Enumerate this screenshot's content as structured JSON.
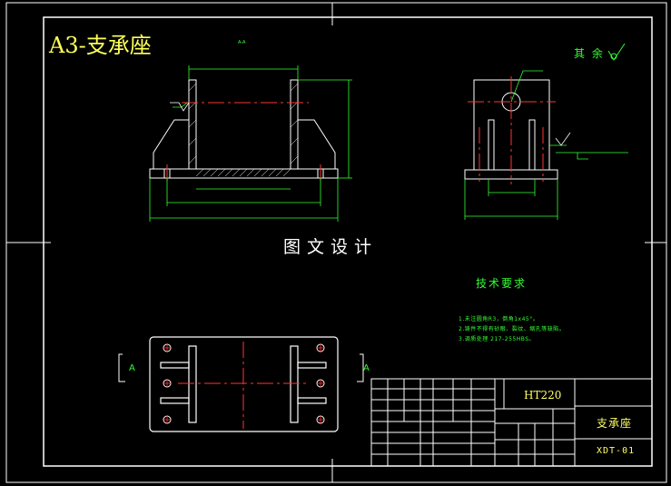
{
  "sheet": {
    "title": "A3-支承座",
    "watermark": "图文设计"
  },
  "views": {
    "section_label": "A-A",
    "view_arrow_label": "A",
    "surface_finish_note": "其 余"
  },
  "tech_requirements": {
    "title": "技术要求",
    "items": [
      "1.未注圆角R3，倒角1x45°。",
      "2.铸件不得有砂眼、裂纹、缩孔等缺陷。",
      "3.调质处理 217-255HBS。"
    ]
  },
  "title_block": {
    "material": "HT220",
    "part_name": "支承座",
    "drawing_number": "XDT-01"
  },
  "colors": {
    "background": "#000000",
    "frame": "#ffffff",
    "outline": "#ffffff",
    "dimension": "#33ff33",
    "center_line": "#ff3333",
    "title_text": "#ffff55"
  }
}
